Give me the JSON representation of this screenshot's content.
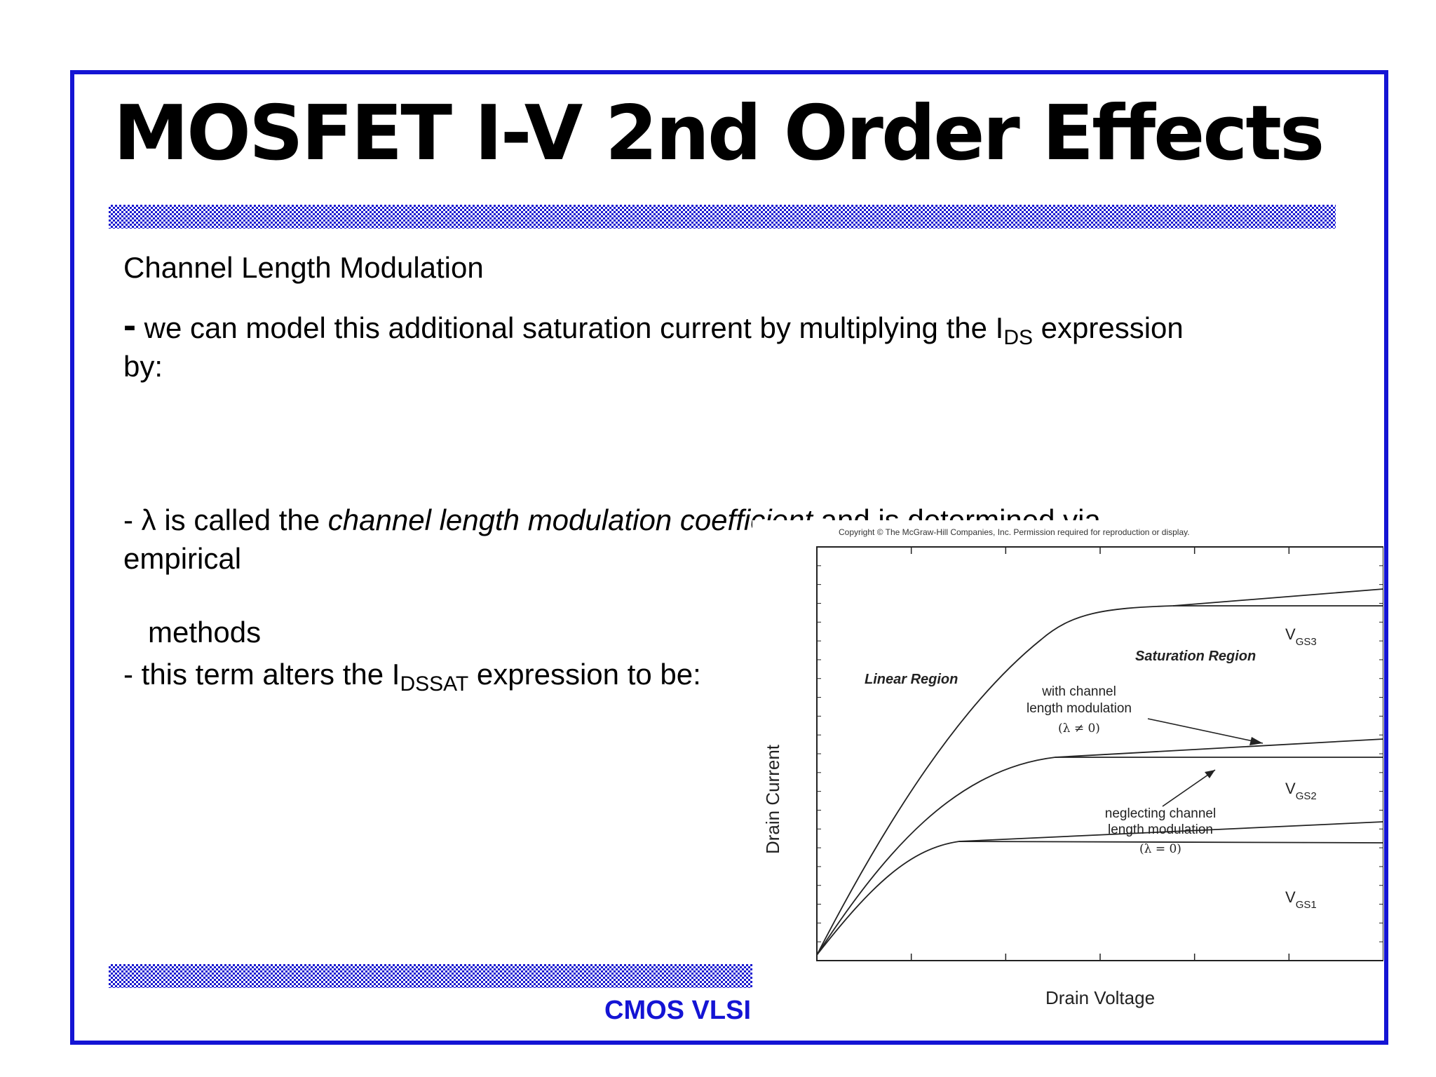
{
  "slide": {
    "title": "MOSFET I-V 2nd Order Effects",
    "heading": "Channel Length Modulation",
    "line1_dash": "-",
    "line1_text": "we can model this additional saturation current by multiplying the I",
    "line1_sub": "DS",
    "line1_end": " expression",
    "line2": "by:",
    "lambda_pre": "- λ is called the ",
    "lambda_italic": "channel length modulation coefficient",
    "lambda_post": " and is determined via",
    "lambda_cont1": "empirical",
    "lambda_cont2": " methods",
    "alter_pre": "- this term alters the I",
    "alter_sub": "DSSAT",
    "alter_post": " expression to be:",
    "footer": "CMOS VLSI Design"
  },
  "colors": {
    "accent": "#1414d4",
    "text": "#000000",
    "background": "#ffffff"
  },
  "figure": {
    "copyright": "Copyright © The McGraw-Hill Companies, Inc. Permission required for reproduction or display.",
    "ylabel": "Drain Current",
    "xlabel": "Drain Voltage",
    "linear_region": "Linear Region",
    "saturation_region": "Saturation Region",
    "with_clm_line1": "with channel",
    "with_clm_line2": "length modulation",
    "with_clm_line3": "(λ ≠ 0)",
    "neglect_clm_line1": "neglecting channel",
    "neglect_clm_line2": "length modulation",
    "neglect_clm_line3": "(λ = 0)",
    "curves": [
      {
        "label_main": "V",
        "label_sub": "GS3"
      },
      {
        "label_main": "V",
        "label_sub": "GS2"
      },
      {
        "label_main": "V",
        "label_sub": "GS1"
      }
    ]
  }
}
